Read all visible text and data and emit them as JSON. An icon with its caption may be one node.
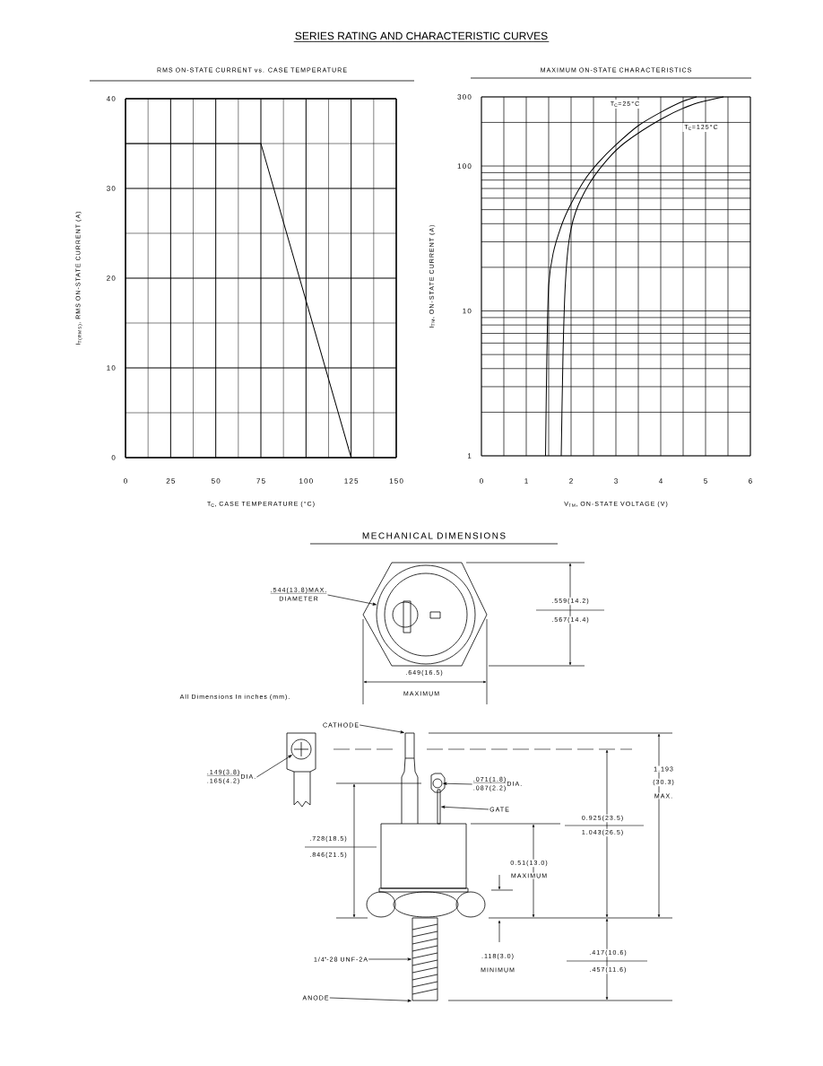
{
  "diagram": {
    "title": "SERIES RATING AND CHARACTERISTIC CURVES",
    "nodes": [
      {
        "text": [
          ".544(13.8)MAX.",
          "DIAMETER"
        ]
      },
      {
        "text": [],
        "shape": "circle"
      },
      {
        "text": [
          "CATHODE"
        ]
      },
      {
        "text": [],
        "shape": "bar"
      },
      {
        "text": [
          ".149(3.8)",
          ".165(4.2)",
          "DIA."
        ]
      },
      {
        "text": [],
        "shape": "circle"
      },
      {
        "text": [
          ".071(1.8)",
          ".087(2.2)",
          "DIA."
        ]
      },
      {
        "text": [],
        "shape": "circle"
      },
      {
        "text": [
          "GATE"
        ]
      },
      {
        "text": [],
        "shape": "bar"
      },
      {
        "text": [
          "1/4\"-28 UNF-2A"
        ]
      },
      {
        "text": [],
        "shape": "bar"
      },
      {
        "text": [
          "ANODE"
        ]
      }
    ],
    "edges": [
      {
        "from": 0,
        "to": 1,
        "arrow": "to"
      },
      {
        "from": 2,
        "to": 3,
        "arrow": "to"
      },
      {
        "from": 4,
        "to": 5,
        "arrow": "to"
      },
      {
        "from": 6,
        "to": 7,
        "arrow": "to"
      },
      {
        "from": 8,
        "to": 9,
        "arrow": "to"
      },
      {
        "from": 10,
        "to": 11,
        "arrow": "to"
      },
      {
        "from": 12,
        "to": 11,
        "arrow": "to"
      }
    ],
    "labels": [
      "MAXIMUM ON-STATE CHARACTERISTICS",
      "300",
      "100",
      "10",
      "1",
      "0",
      "1",
      "2",
      "3",
      "4",
      "5",
      "6",
      "I$_{TM}$, ON-STATE CURRENT (A)",
      "V$_{TM}$, ON-STATE VOLTAGE (V)",
      "T$_{C}$=25°C",
      "T$_{C}$=125°C",
      "MECHANICAL DIMENSIONS",
      ".559(14.2)",
      ".567(14.4)",
      ".649(16.5)",
      "MAXIMUM",
      "All Dimensions In inches (mm).",
      "1.193",
      "(30.3)",
      "MAX.",
      ".728(18.5)",
      ".846(21.5)",
      "0.925(23.5)",
      "1.043(26.5)",
      "0.51(13.0)",
      "MAXIMUM",
      ".118(3.0)",
      "MINIMUM",
      ".417(10.6)",
      ".457(11.6)"
    ],
    "chart_data": {
      "type": "line",
      "title": "RMS ON-STATE CURRENT vs. CASE TEMPERATURE",
      "xlabel": "T$_{C}$, CASE TEMPERATURE (°C)",
      "ylabel": "I$_{T(RMS)}$, RMS ON-STATE CURRENT (A)",
      "x": [
        0,
        75,
        125
      ],
      "series": [
        {
          "color": "#000000",
          "values": [
            35,
            35,
            0
          ]
        }
      ],
      "grid": true,
      "xlim": [
        0,
        150
      ],
      "ylim": [
        0,
        40
      ],
      "xticks": [
        0,
        25,
        50,
        75,
        100,
        125,
        150
      ],
      "yticks": [
        0,
        10,
        20,
        30,
        40
      ]
    }
  }
}
